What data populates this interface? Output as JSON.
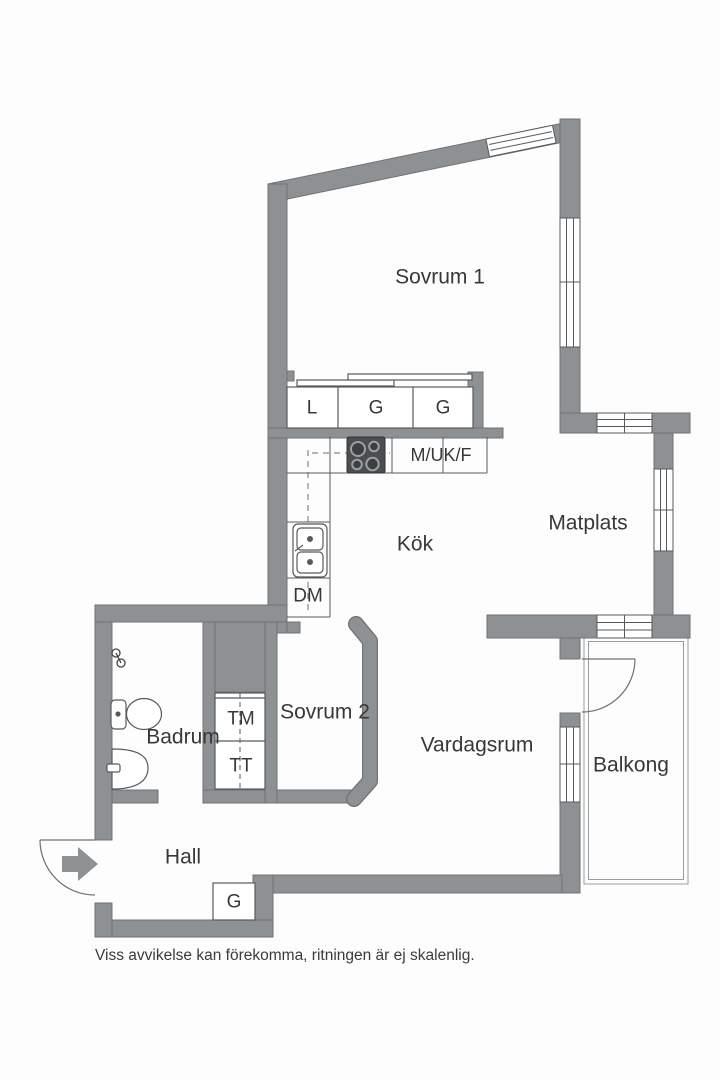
{
  "rooms": {
    "sovrum1": "Sovrum 1",
    "kok": "Kök",
    "matplats": "Matplats",
    "sovrum2": "Sovrum 2",
    "badrum": "Badrum",
    "vardagsrum": "Vardagsrum",
    "balkong": "Balkong",
    "hall": "Hall"
  },
  "fixtures": {
    "closet_l": "L",
    "closet_g1": "G",
    "closet_g2": "G",
    "kitchen_units": "M/UK/F",
    "dishwasher": "DM",
    "washing_machine": "TM",
    "tumble_dryer": "TT",
    "hall_closet": "G"
  },
  "footer": {
    "disclaimer": "Viss avvikelse kan förekomma, ritningen är ej skalenlig."
  },
  "colors": {
    "wall": "#8e9194",
    "wall_outline": "#6f7275",
    "fixture_line": "#565a5d",
    "thin_line": "#9a9da0",
    "text": "#383838",
    "background": "#fdfdfd",
    "stove": "#4b4e50"
  }
}
